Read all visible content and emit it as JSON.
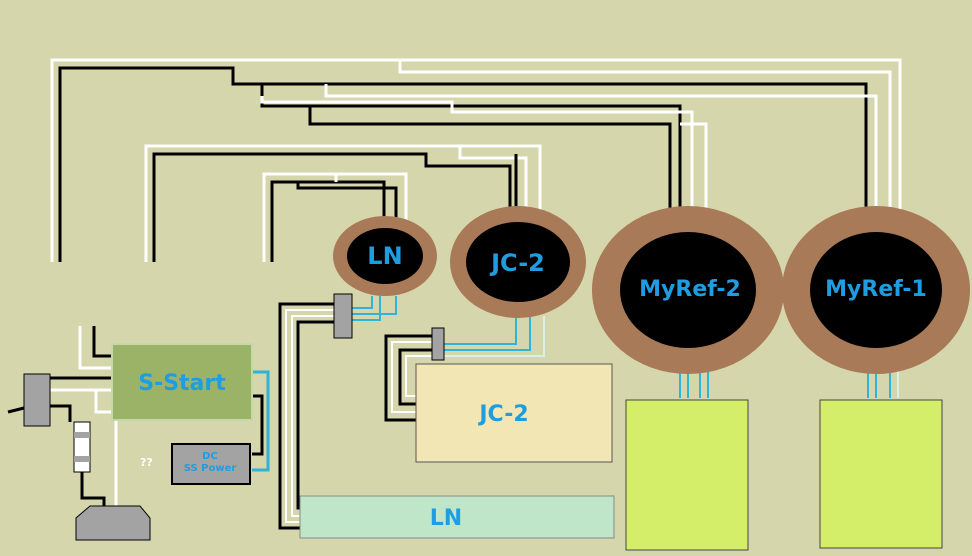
{
  "colors": {
    "background": "#d6d6ad",
    "wire_black": "#000000",
    "wire_white": "#ffffff",
    "wire_cyan": "#2fb3d8",
    "toroid_ring": "#a87a57",
    "toroid_core": "#000000",
    "label_blue": "#1e9ee0",
    "sstart_fill": "#9bb367",
    "jc2_box_fill": "#f2e6b4",
    "ln_box_fill": "#c0e6c9",
    "myref_box_fill": "#d4ee6a",
    "component_gray": "#a3a3a3"
  },
  "toroids": {
    "ln": "LN",
    "jc2": "JC-2",
    "myref2": "MyRef-2",
    "myref1": "MyRef-1"
  },
  "boxes": {
    "sstart": "S-Start",
    "jc2": "JC-2",
    "ln": "LN",
    "dc_line1": "DC",
    "dc_line2": "SS Power",
    "question": "??"
  }
}
